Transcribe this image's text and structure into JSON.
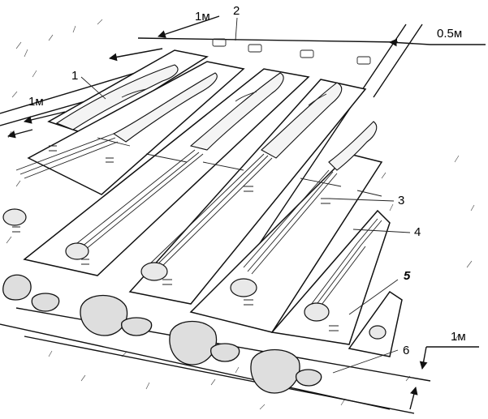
{
  "labels": {
    "callout_1": "1",
    "callout_2": "2",
    "callout_3": "3",
    "callout_4": "4",
    "callout_5": "5",
    "callout_6": "6"
  },
  "dimensions": {
    "gap_top": "1м",
    "gap_left": "1м",
    "gap_right": "0.5м",
    "gap_bottom": "1м"
  }
}
